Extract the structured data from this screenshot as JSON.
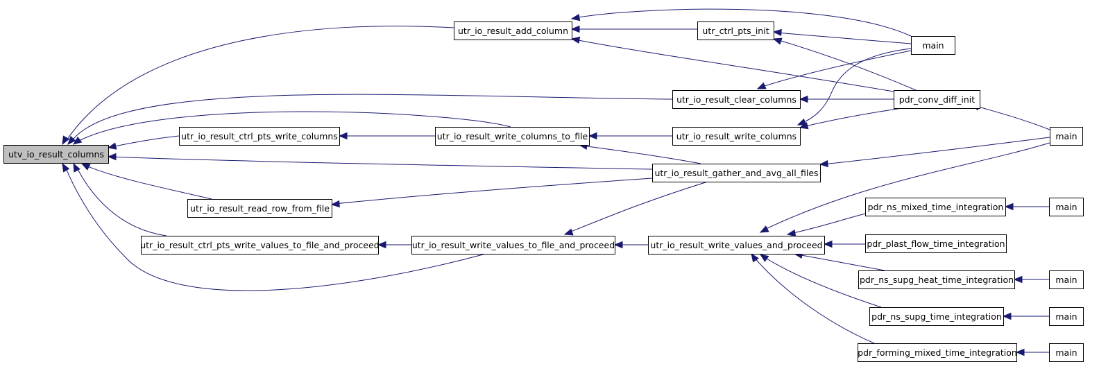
{
  "colors": {
    "edge": "#191970",
    "root_fill": "#bfbfbf",
    "node_fill": "#ffffff",
    "node_border": "#000000"
  },
  "nodes": [
    {
      "id": "utv_io_result_columns",
      "label": "utv_io_result_columns"
    },
    {
      "id": "utr_io_result_add_column",
      "label": "utr_io_result_add_column"
    },
    {
      "id": "utr_ctrl_pts_init",
      "label": "utr_ctrl_pts_init"
    },
    {
      "id": "main_1",
      "label": "main"
    },
    {
      "id": "utr_io_result_clear_columns",
      "label": "utr_io_result_clear_columns"
    },
    {
      "id": "pdr_conv_diff_init",
      "label": "pdr_conv_diff_init"
    },
    {
      "id": "utr_io_result_ctrl_pts_write_columns",
      "label": "utr_io_result_ctrl_pts_write_columns"
    },
    {
      "id": "utr_io_result_write_columns_to_file",
      "label": "utr_io_result_write_columns_to_file"
    },
    {
      "id": "utr_io_result_write_columns",
      "label": "utr_io_result_write_columns"
    },
    {
      "id": "main_2",
      "label": "main"
    },
    {
      "id": "utr_io_result_gather_and_avg_all_files",
      "label": "utr_io_result_gather_and_avg_all_files"
    },
    {
      "id": "utr_io_result_read_row_from_file",
      "label": "utr_io_result_read_row_from_file"
    },
    {
      "id": "utr_io_result_ctrl_pts_write_values_to_file_and_proceed",
      "label": "utr_io_result_ctrl_pts_write_values_to_file_and_proceed"
    },
    {
      "id": "utr_io_result_write_values_to_file_and_proceed",
      "label": "utr_io_result_write_values_to_file_and_proceed"
    },
    {
      "id": "utr_io_result_write_values_and_proceed",
      "label": "utr_io_result_write_values_and_proceed"
    },
    {
      "id": "pdr_ns_mixed_time_integration",
      "label": "pdr_ns_mixed_time_integration"
    },
    {
      "id": "main_3",
      "label": "main"
    },
    {
      "id": "pdr_plast_flow_time_integration",
      "label": "pdr_plast_flow_time_integration"
    },
    {
      "id": "pdr_ns_supg_heat_time_integration",
      "label": "pdr_ns_supg_heat_time_integration"
    },
    {
      "id": "main_4",
      "label": "main"
    },
    {
      "id": "pdr_ns_supg_time_integration",
      "label": "pdr_ns_supg_time_integration"
    },
    {
      "id": "main_5",
      "label": "main"
    },
    {
      "id": "pdr_forming_mixed_time_integration",
      "label": "pdr_forming_mixed_time_integration"
    },
    {
      "id": "main_6",
      "label": "main"
    }
  ],
  "edges": [
    {
      "from": "utr_io_result_add_column",
      "to": "utv_io_result_columns"
    },
    {
      "from": "utr_io_result_clear_columns",
      "to": "utv_io_result_columns"
    },
    {
      "from": "utr_io_result_write_columns_to_file",
      "to": "utv_io_result_columns"
    },
    {
      "from": "utr_io_result_ctrl_pts_write_columns",
      "to": "utv_io_result_columns"
    },
    {
      "from": "utr_io_result_gather_and_avg_all_files",
      "to": "utv_io_result_columns"
    },
    {
      "from": "utr_io_result_read_row_from_file",
      "to": "utv_io_result_columns"
    },
    {
      "from": "utr_io_result_ctrl_pts_write_values_to_file_and_proceed",
      "to": "utv_io_result_columns"
    },
    {
      "from": "utr_io_result_write_values_to_file_and_proceed",
      "to": "utv_io_result_columns"
    },
    {
      "from": "main_1",
      "to": "utr_io_result_add_column"
    },
    {
      "from": "utr_ctrl_pts_init",
      "to": "utr_io_result_add_column"
    },
    {
      "from": "pdr_conv_diff_init",
      "to": "utr_io_result_add_column"
    },
    {
      "from": "main_1",
      "to": "utr_ctrl_pts_init"
    },
    {
      "from": "pdr_conv_diff_init",
      "to": "utr_ctrl_pts_init"
    },
    {
      "from": "main_1",
      "to": "utr_io_result_clear_columns"
    },
    {
      "from": "pdr_conv_diff_init",
      "to": "utr_io_result_clear_columns"
    },
    {
      "from": "main_2",
      "to": "pdr_conv_diff_init"
    },
    {
      "from": "utr_io_result_write_columns_to_file",
      "to": "utr_io_result_ctrl_pts_write_columns"
    },
    {
      "from": "utr_io_result_write_columns",
      "to": "utr_io_result_write_columns_to_file"
    },
    {
      "from": "utr_io_result_gather_and_avg_all_files",
      "to": "utr_io_result_write_columns_to_file"
    },
    {
      "from": "main_1",
      "to": "utr_io_result_write_columns"
    },
    {
      "from": "pdr_conv_diff_init",
      "to": "utr_io_result_write_columns"
    },
    {
      "from": "main_2",
      "to": "utr_io_result_gather_and_avg_all_files"
    },
    {
      "from": "utr_io_result_gather_and_avg_all_files",
      "to": "utr_io_result_read_row_from_file"
    },
    {
      "from": "utr_io_result_write_values_to_file_and_proceed",
      "to": "utr_io_result_ctrl_pts_write_values_to_file_and_proceed"
    },
    {
      "from": "utr_io_result_gather_and_avg_all_files",
      "to": "utr_io_result_write_values_to_file_and_proceed"
    },
    {
      "from": "utr_io_result_write_values_and_proceed",
      "to": "utr_io_result_write_values_to_file_and_proceed"
    },
    {
      "from": "main_2",
      "to": "utr_io_result_write_values_and_proceed"
    },
    {
      "from": "pdr_ns_mixed_time_integration",
      "to": "utr_io_result_write_values_and_proceed"
    },
    {
      "from": "pdr_plast_flow_time_integration",
      "to": "utr_io_result_write_values_and_proceed"
    },
    {
      "from": "pdr_ns_supg_heat_time_integration",
      "to": "utr_io_result_write_values_and_proceed"
    },
    {
      "from": "pdr_ns_supg_time_integration",
      "to": "utr_io_result_write_values_and_proceed"
    },
    {
      "from": "pdr_forming_mixed_time_integration",
      "to": "utr_io_result_write_values_and_proceed"
    },
    {
      "from": "main_3",
      "to": "pdr_ns_mixed_time_integration"
    },
    {
      "from": "main_4",
      "to": "pdr_ns_supg_heat_time_integration"
    },
    {
      "from": "main_5",
      "to": "pdr_ns_supg_time_integration"
    },
    {
      "from": "main_6",
      "to": "pdr_forming_mixed_time_integration"
    }
  ]
}
